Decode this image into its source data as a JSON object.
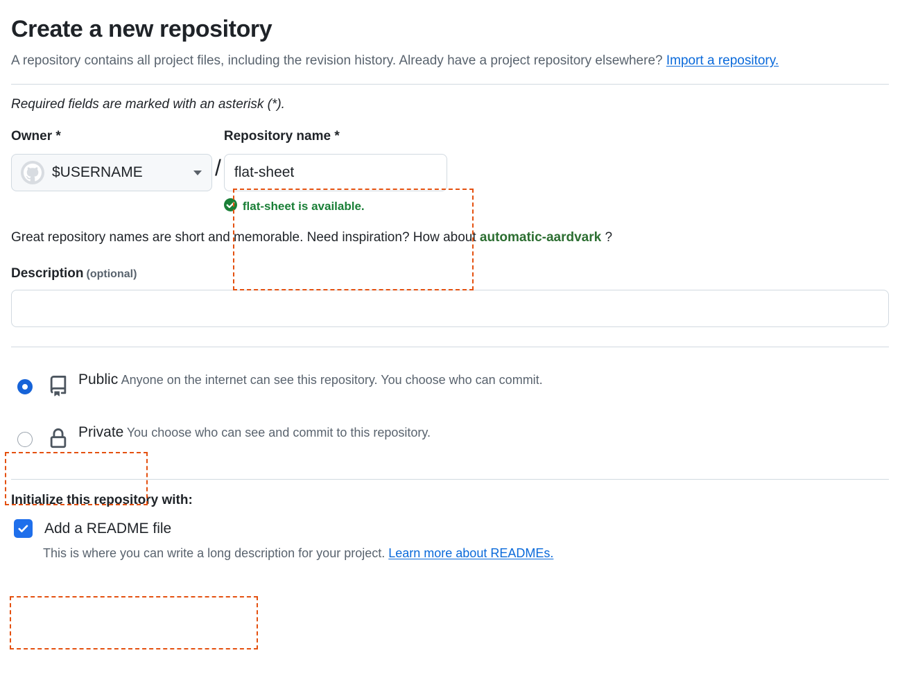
{
  "header": {
    "title": "Create a new repository",
    "subtitle_before": "A repository contains all project files, including the revision history. Already have a project repository elsewhere? ",
    "import_link": "Import a repository.",
    "required_note": "Required fields are marked with an asterisk (*)."
  },
  "owner": {
    "label": "Owner *",
    "value": "$USERNAME",
    "avatar_icon": "github-octocat-avatar",
    "caret_icon": "chevron-down-icon"
  },
  "separator": "/",
  "repository": {
    "label": "Repository name *",
    "value": "flat-sheet",
    "placeholder": "",
    "availability_text": "flat-sheet is available.",
    "availability_icon": "check-circle-icon",
    "availability_color": "#1a7f37"
  },
  "suggestion": {
    "before": "Great repository names are short and memorable. Need inspiration? How about ",
    "name": "automatic-aardvark",
    "after": " ?",
    "name_color": "#2c6e31"
  },
  "description": {
    "label": "Description",
    "optional": "(optional)",
    "value": "",
    "placeholder": ""
  },
  "visibility": {
    "options": [
      {
        "id": "public",
        "name": "Public",
        "description": "Anyone on the internet can see this repository. You choose who can commit.",
        "icon": "repo-book-icon",
        "selected": true
      },
      {
        "id": "private",
        "name": "Private",
        "description": "You choose who can see and commit to this repository.",
        "icon": "lock-icon",
        "selected": false
      }
    ]
  },
  "initialize": {
    "title": "Initialize this repository with:",
    "readme_label": "Add a README file",
    "readme_checked": true,
    "hint_before": "This is where you can write a long description for your project. ",
    "hint_link": "Learn more about READMEs."
  },
  "colors": {
    "link": "#0969da",
    "accent_blue": "#1f6feb",
    "annotation": "#e4500f",
    "border": "#d1d9e0",
    "muted_text": "#59636e"
  }
}
